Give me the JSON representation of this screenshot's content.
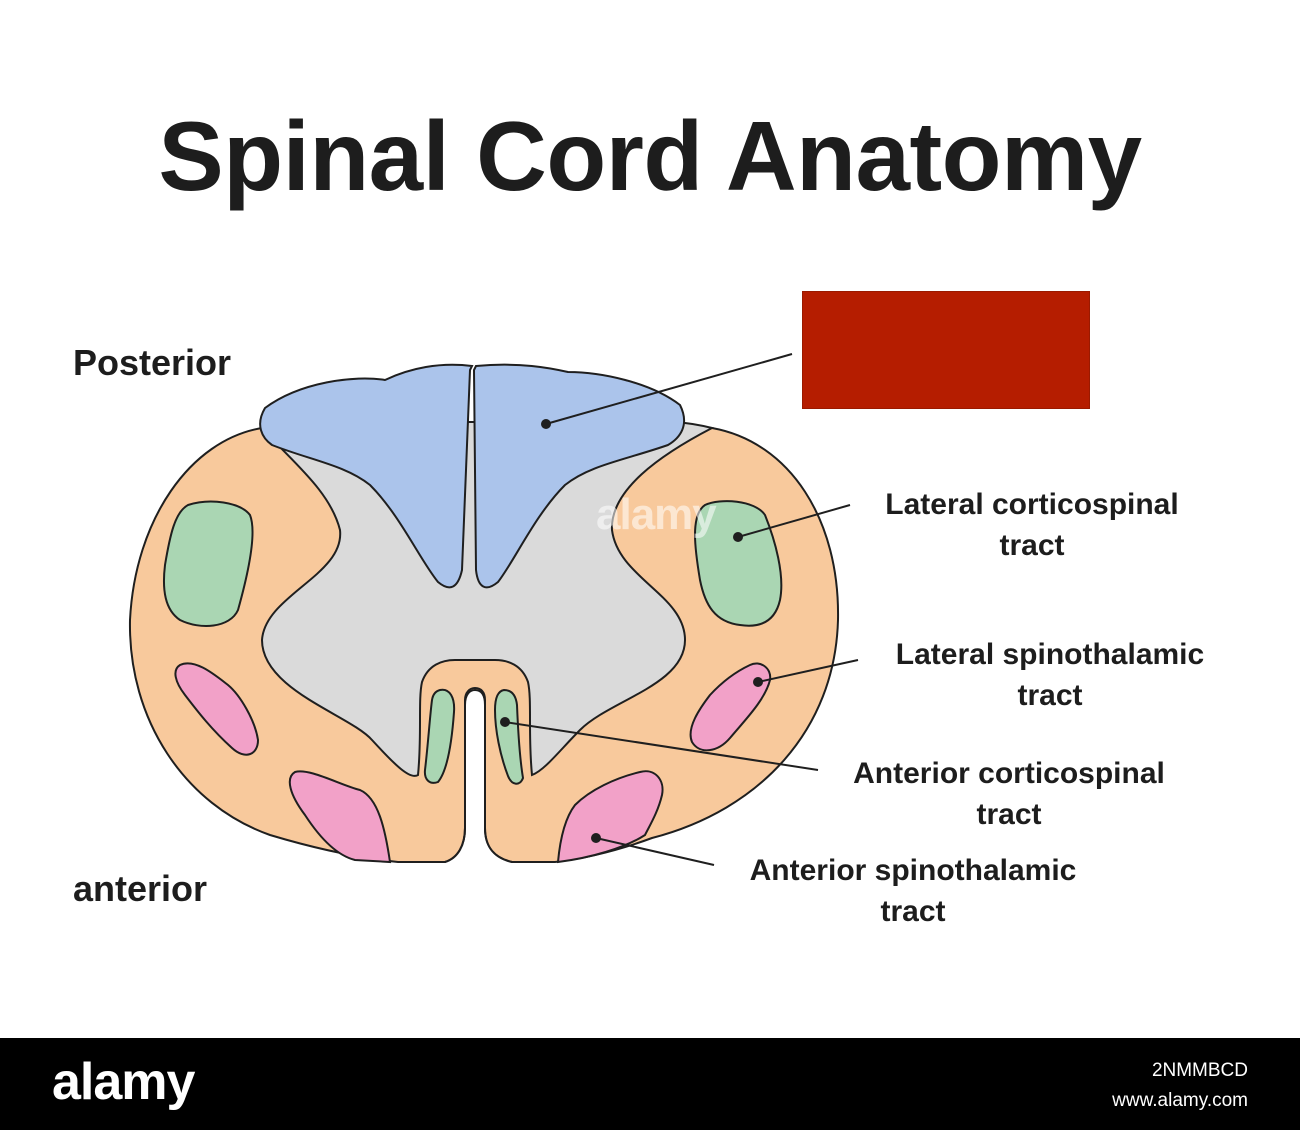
{
  "title": "Spinal Cord Anatomy",
  "orientation": {
    "posterior": "Posterior",
    "anterior": "anterior"
  },
  "labels": {
    "lateral_corticospinal": [
      "Lateral corticospinal",
      "tract"
    ],
    "lateral_spinothalamic": [
      "Lateral spinothalamic",
      "tract"
    ],
    "anterior_corticospinal": [
      "Anterior corticospinal",
      "tract"
    ],
    "anterior_spinothalamic": [
      "Anterior spinothalamic",
      "tract"
    ]
  },
  "colors": {
    "white_matter": "#f8c99c",
    "gray_matter": "#dadada",
    "dorsal_columns": "#abc4eb",
    "corticospinal": "#aad6b3",
    "spinothalamic": "#f2a1c8",
    "redaction": "#b51d00",
    "outline": "#1f1f1f"
  },
  "watermark": {
    "brand": "alamy",
    "image_id": "2NMMBCD",
    "site": "www.alamy.com"
  }
}
